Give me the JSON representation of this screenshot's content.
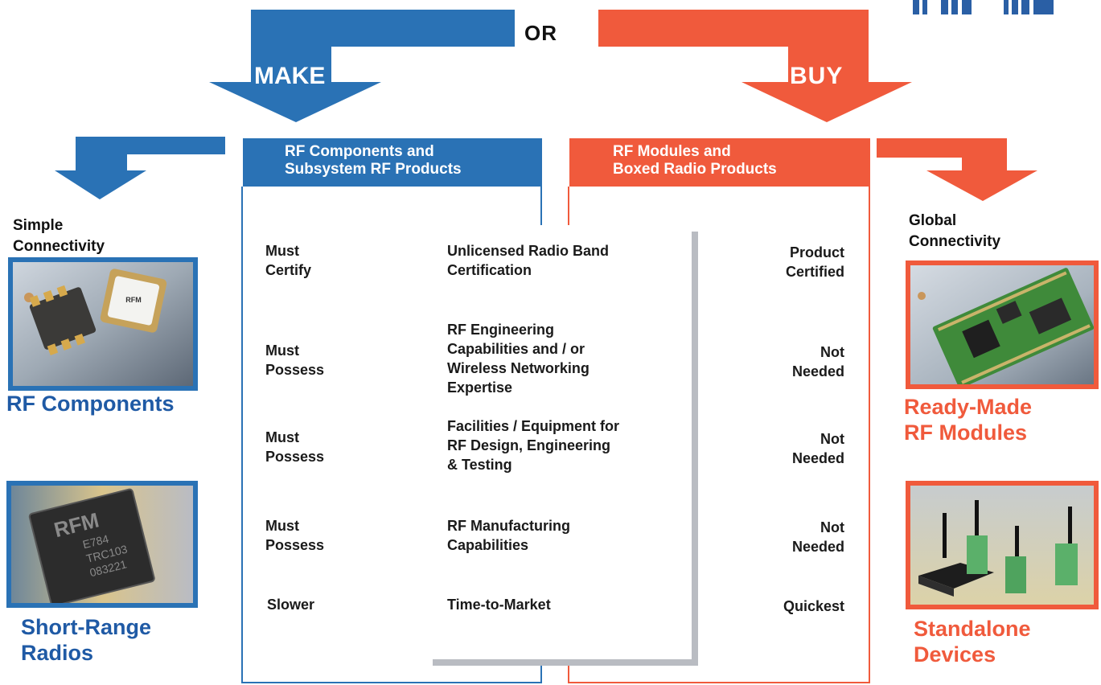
{
  "top": {
    "or_label": "OR",
    "make_label": "MAKE",
    "buy_label": "BUY"
  },
  "make_column": {
    "header_line1": "RF Components and",
    "header_line2": "Subsystem RF Products"
  },
  "buy_column": {
    "header_line1": "RF Modules and",
    "header_line2": "Boxed Radio Products"
  },
  "rows": [
    {
      "make": [
        "Must",
        "Certify"
      ],
      "criterion": [
        "Unlicensed Radio Band",
        "Certification"
      ],
      "buy": [
        "Product",
        "Certified"
      ]
    },
    {
      "make": [
        "Must",
        "Possess"
      ],
      "criterion": [
        "RF Engineering",
        "Capabilities and / or",
        "Wireless Networking",
        "Expertise"
      ],
      "buy": [
        "Not",
        "Needed"
      ]
    },
    {
      "make": [
        "Must",
        "Possess"
      ],
      "criterion": [
        "Facilities / Equipment for",
        "RF Design, Engineering",
        "& Testing"
      ],
      "buy": [
        "Not",
        "Needed"
      ]
    },
    {
      "make": [
        "Must",
        "Possess"
      ],
      "criterion": [
        "RF Manufacturing",
        "Capabilities"
      ],
      "buy": [
        "Not",
        "Needed"
      ]
    },
    {
      "make": [
        "Slower"
      ],
      "criterion": [
        "Time-to-Market"
      ],
      "buy": [
        "Quickest"
      ]
    }
  ],
  "left_side": {
    "connectivity": [
      "Simple",
      "Connectivity"
    ],
    "product1": "RF Components",
    "product2": [
      "Short-Range",
      "Radios"
    ],
    "chip_text": "RFM",
    "chip2_lines": [
      "RFM",
      "E784",
      "TRC103",
      "083221"
    ]
  },
  "right_side": {
    "connectivity": [
      "Global",
      "Connectivity"
    ],
    "product1": [
      "Ready-Made",
      "RF Modules"
    ],
    "product2": [
      "Standalone",
      "Devices"
    ]
  },
  "colors": {
    "make_blue": "#2a72b5",
    "buy_orange": "#f05a3c",
    "text_blue": "#1f5aa5"
  }
}
